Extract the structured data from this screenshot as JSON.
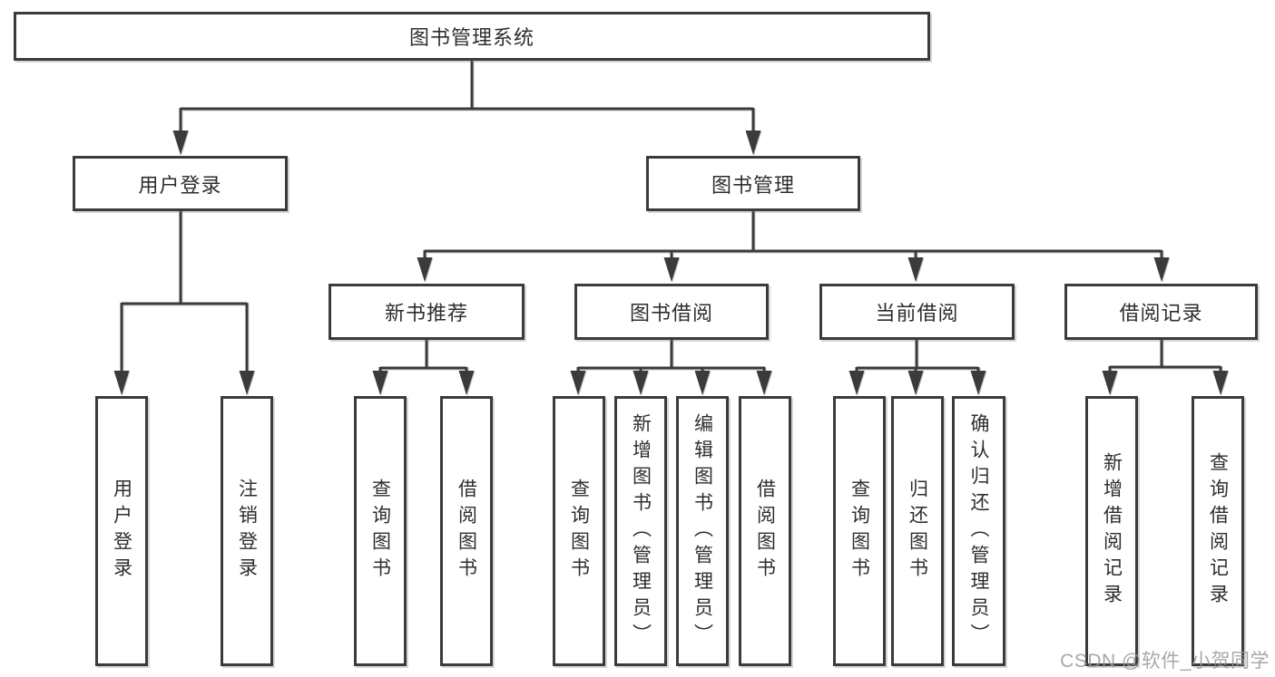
{
  "tree": {
    "root": {
      "label": "图书管理系统"
    },
    "branches": [
      {
        "label": "用户登录",
        "children": [
          "用户登录",
          "注销登录"
        ]
      },
      {
        "label": "图书管理",
        "sections": [
          {
            "label": "新书推荐",
            "children": [
              "查询图书",
              "借阅图书"
            ]
          },
          {
            "label": "图书借阅",
            "children": [
              "查询图书",
              "新增图书（管理员）",
              "编辑图书（管理员）",
              "借阅图书"
            ]
          },
          {
            "label": "当前借阅",
            "children": [
              "查询图书",
              "归还图书",
              "确认归还（管理员）"
            ]
          },
          {
            "label": "借阅记录",
            "children": [
              "新增借阅记录",
              "查询借阅记录"
            ]
          }
        ]
      }
    ]
  },
  "watermark": {
    "text": "CSDN @软件_小贺同学"
  },
  "colors": {
    "line": "#3b3b3b",
    "box_border": "#3b3b3b",
    "text": "#2e2e2e",
    "box_background": "#ffffff",
    "page_background": "#ffffff",
    "watermark": "#9a9a9a"
  }
}
